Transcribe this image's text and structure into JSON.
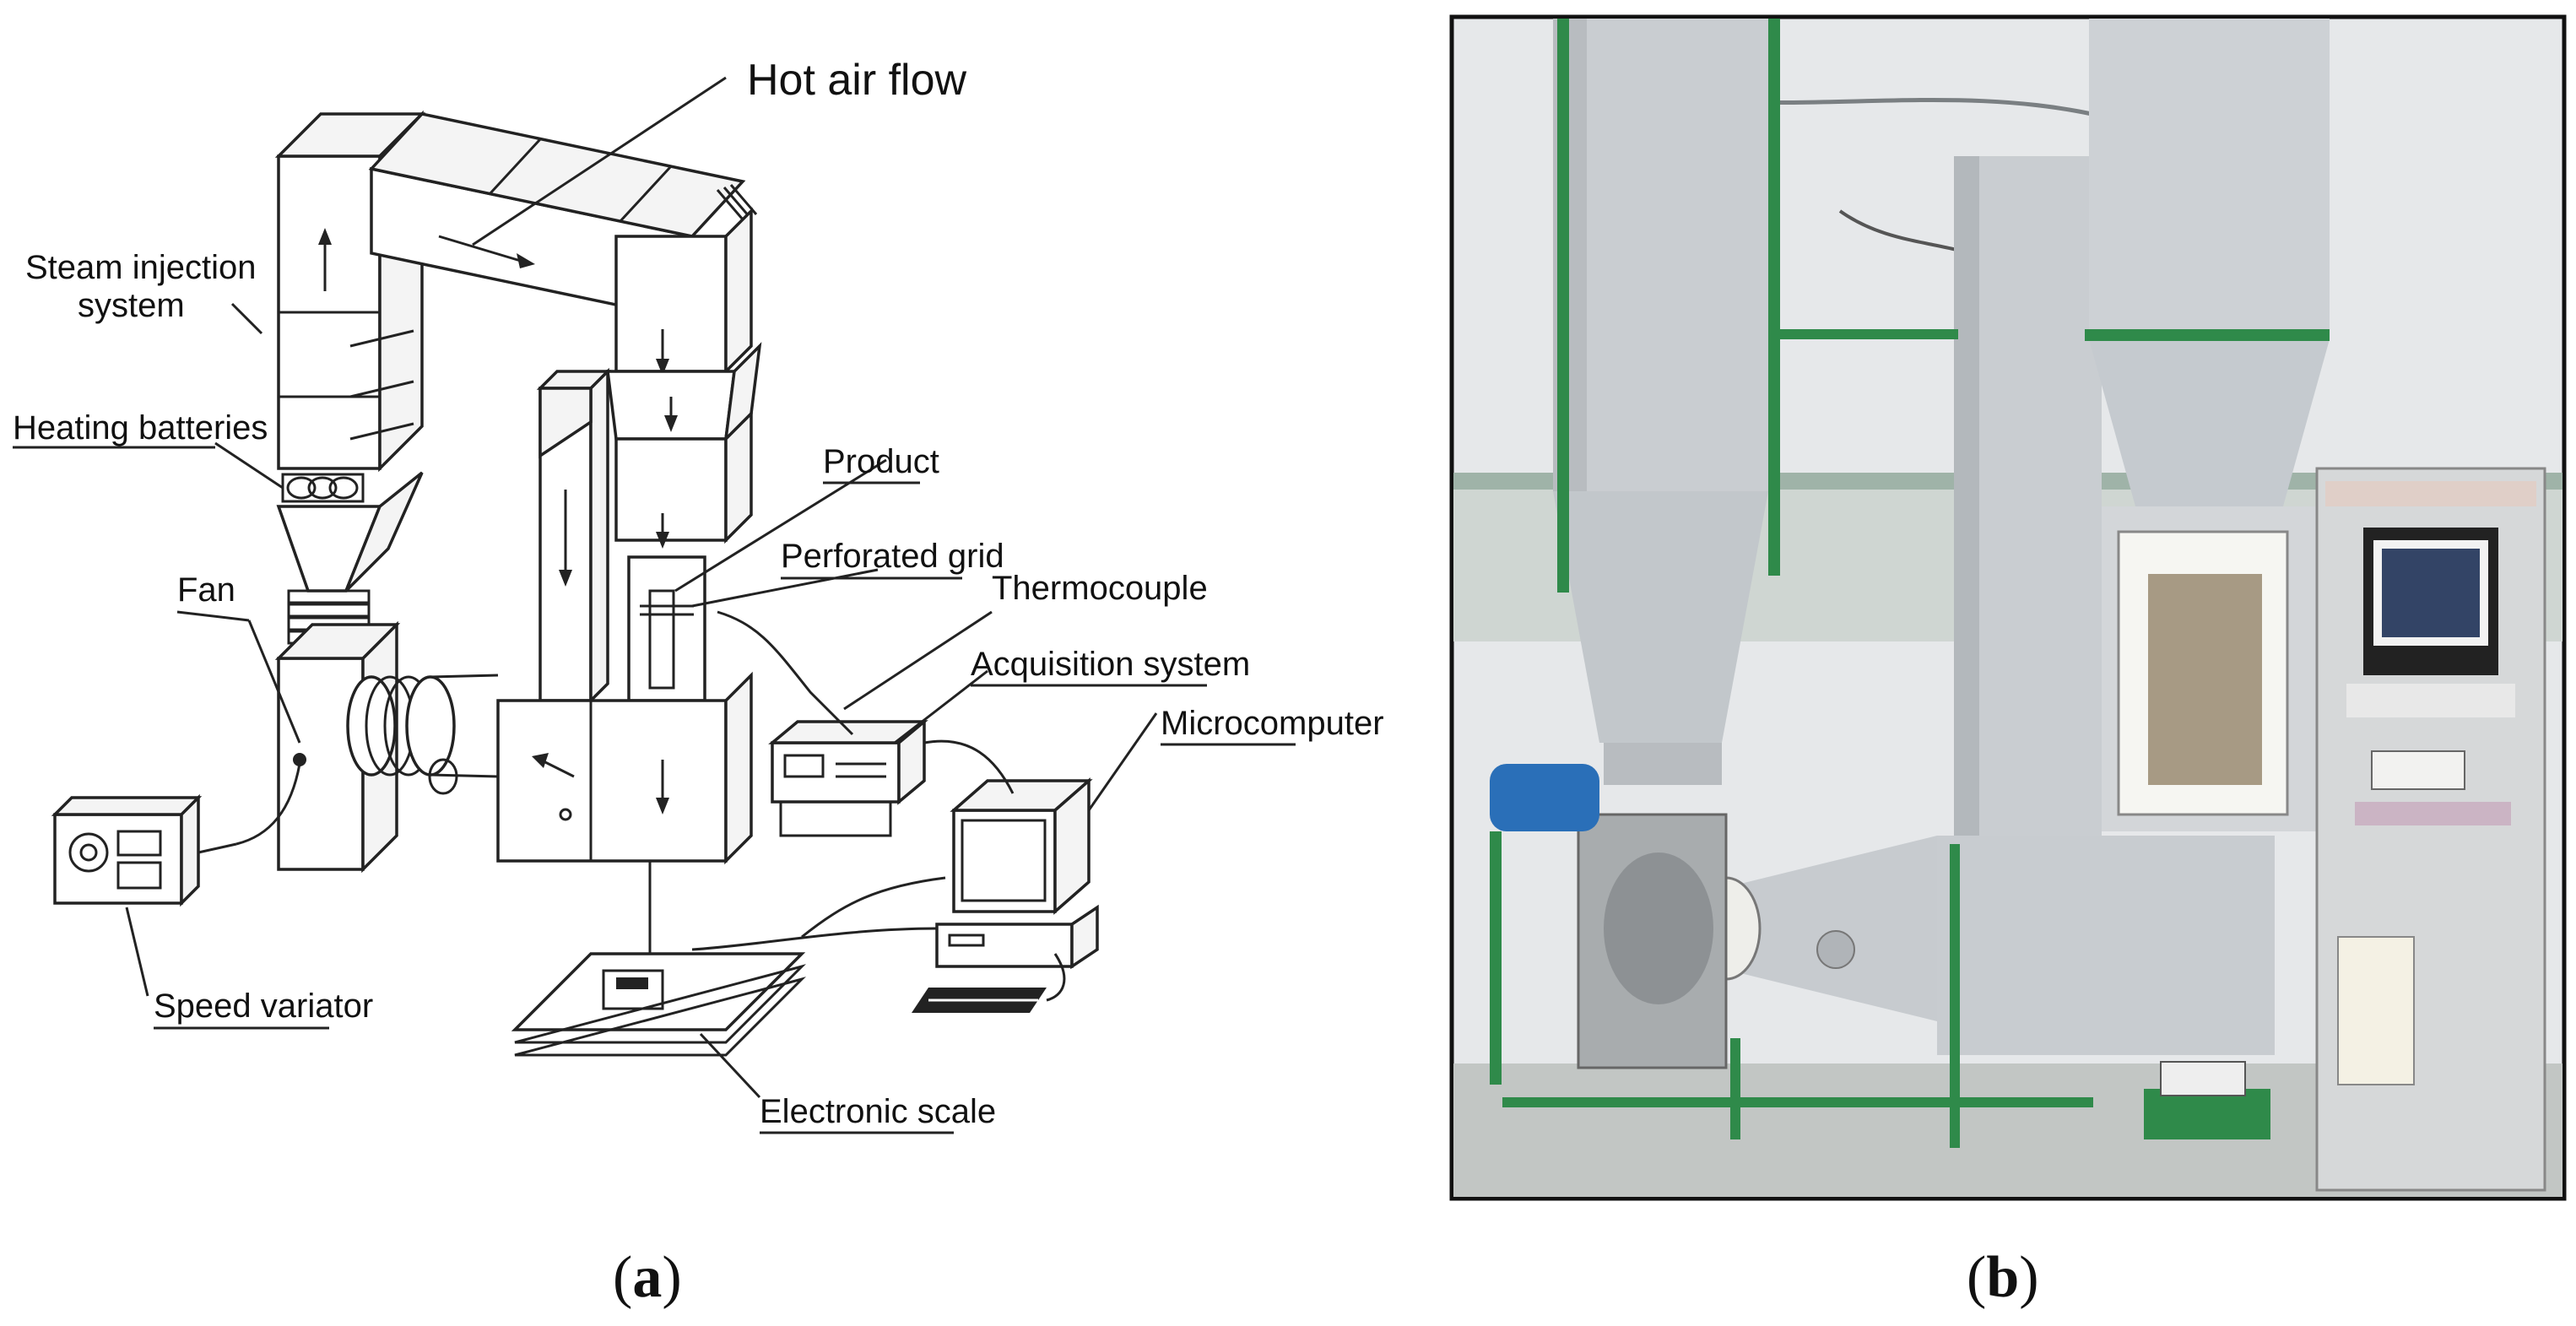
{
  "panel_a": {
    "labels": {
      "hot_air_flow": "Hot air flow",
      "steam_injection": [
        "Steam injection",
        "system"
      ],
      "heating_batteries": "Heating batteries",
      "fan": "Fan",
      "product": "Product",
      "perforated_grid": "Perforated grid",
      "thermocouple": "Thermocouple",
      "acquisition_system": "Acquisition system",
      "microcomputer": "Microcomputer",
      "speed_variator": "Speed variator",
      "electronic_scale": "Electronic scale"
    },
    "caption_open": "(",
    "caption_letter": "a",
    "caption_close": ")"
  },
  "panel_b": {
    "caption_open": "(",
    "caption_letter": "b",
    "caption_close": ")"
  },
  "colors": {
    "duct_gray": "#c9cdd1",
    "frame_green": "#2f8a4a",
    "motor_blue": "#2a6fb8"
  }
}
